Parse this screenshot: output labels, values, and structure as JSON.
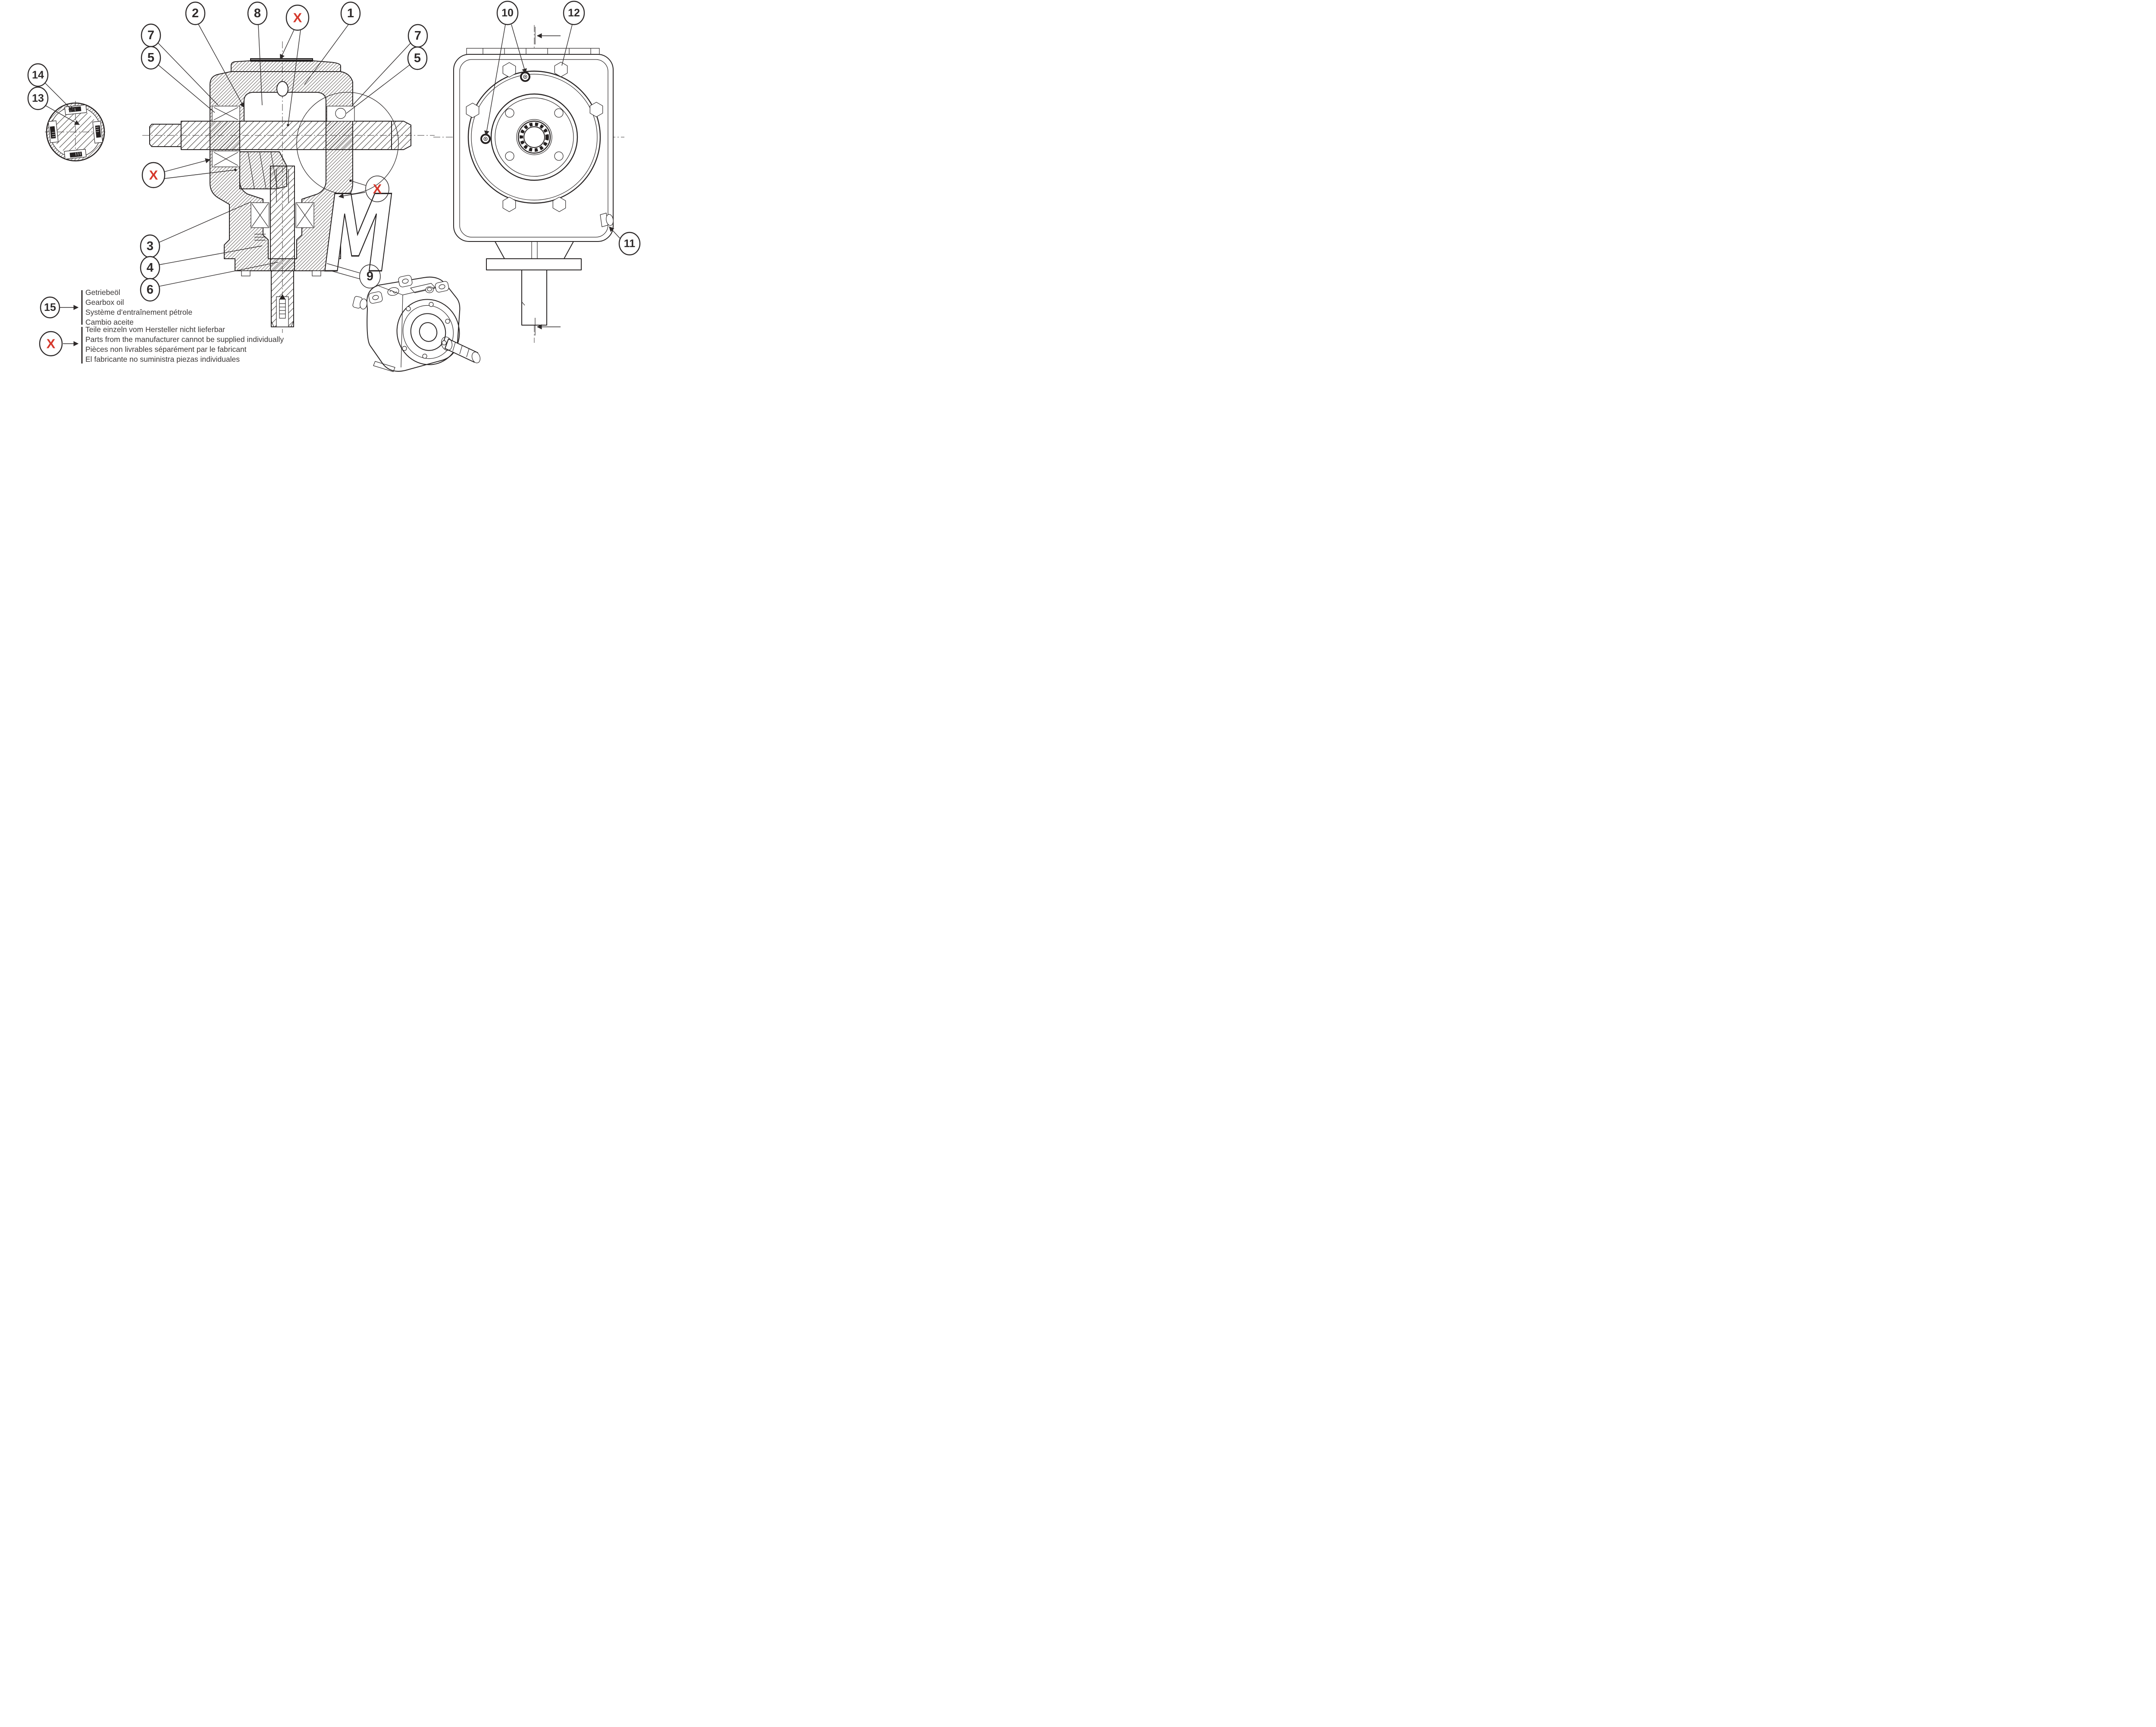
{
  "colors": {
    "ink": "#282424",
    "red": "#d5382c",
    "paper": "#ffffff"
  },
  "watermark": {
    "letter": "M"
  },
  "callouts": {
    "c1": "1",
    "c2": "2",
    "c3": "3",
    "c4": "4",
    "c5": "5",
    "c6": "6",
    "c7": "7",
    "c8": "8",
    "c9": "9",
    "c10": "10",
    "c11": "11",
    "c12": "12",
    "c13": "13",
    "c14": "14",
    "c15": "15",
    "x": "X"
  },
  "legend": {
    "oil": {
      "lines": [
        "Getriebeöl",
        "Gearbox oil",
        "Système d’entraînement pétrole",
        "Cambio aceite"
      ]
    },
    "unavailable": {
      "lines": [
        "Teile einzeln vom Hersteller nicht lieferbar",
        "Parts from the manufacturer cannot be supplied individually",
        "Pièces non livrables séparément par le fabricant",
        "El fabricante no suministra piezas individuales"
      ]
    }
  }
}
